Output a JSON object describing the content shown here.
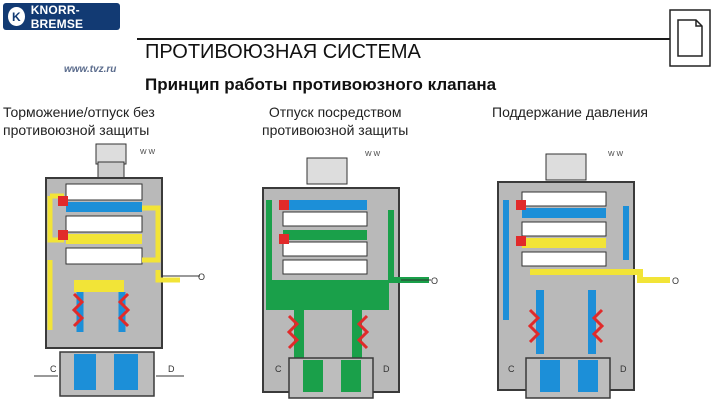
{
  "header": {
    "brand": "KNORR-BREMSE",
    "brand_mark": "K",
    "website": "www.tvz.ru",
    "title": "ПРОТИВОЮЗНАЯ СИСТЕМА",
    "subtitle": "Принцип работы противоюзного клапана"
  },
  "panels": [
    {
      "caption_line1": "Торможение/отпуск без",
      "caption_line2": "противоюзной защиты"
    },
    {
      "caption_line1": "Отпуск посредством",
      "caption_line2": "противоюзной защиты"
    },
    {
      "caption_line1": "Поддержание давления",
      "caption_line2": ""
    }
  ],
  "ports": {
    "left": "C",
    "right": "D",
    "side": "O"
  },
  "colors": {
    "body": "#b9b9b9",
    "frame": "#3a3a3a",
    "air_main": "#1c8fd8",
    "air_released": "#1aa04a",
    "air_held": "#f2e437",
    "valve_red": "#e12a2a",
    "spring_blue": "#2f6fc1",
    "accent": "#123a73"
  }
}
